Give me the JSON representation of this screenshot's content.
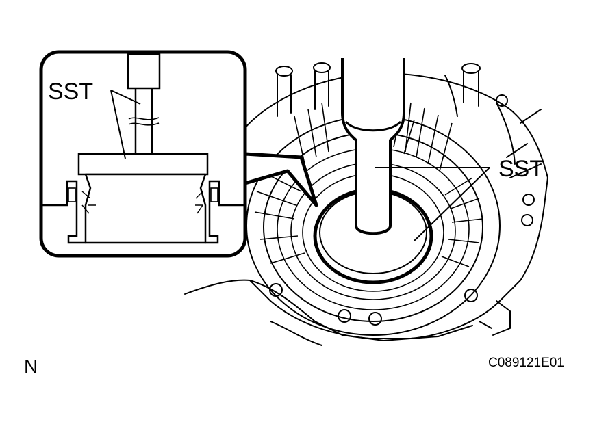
{
  "callouts": {
    "inset_label": "SST",
    "main_label": "SST"
  },
  "orientation_mark": "N",
  "figure_code": "C089121E01"
}
